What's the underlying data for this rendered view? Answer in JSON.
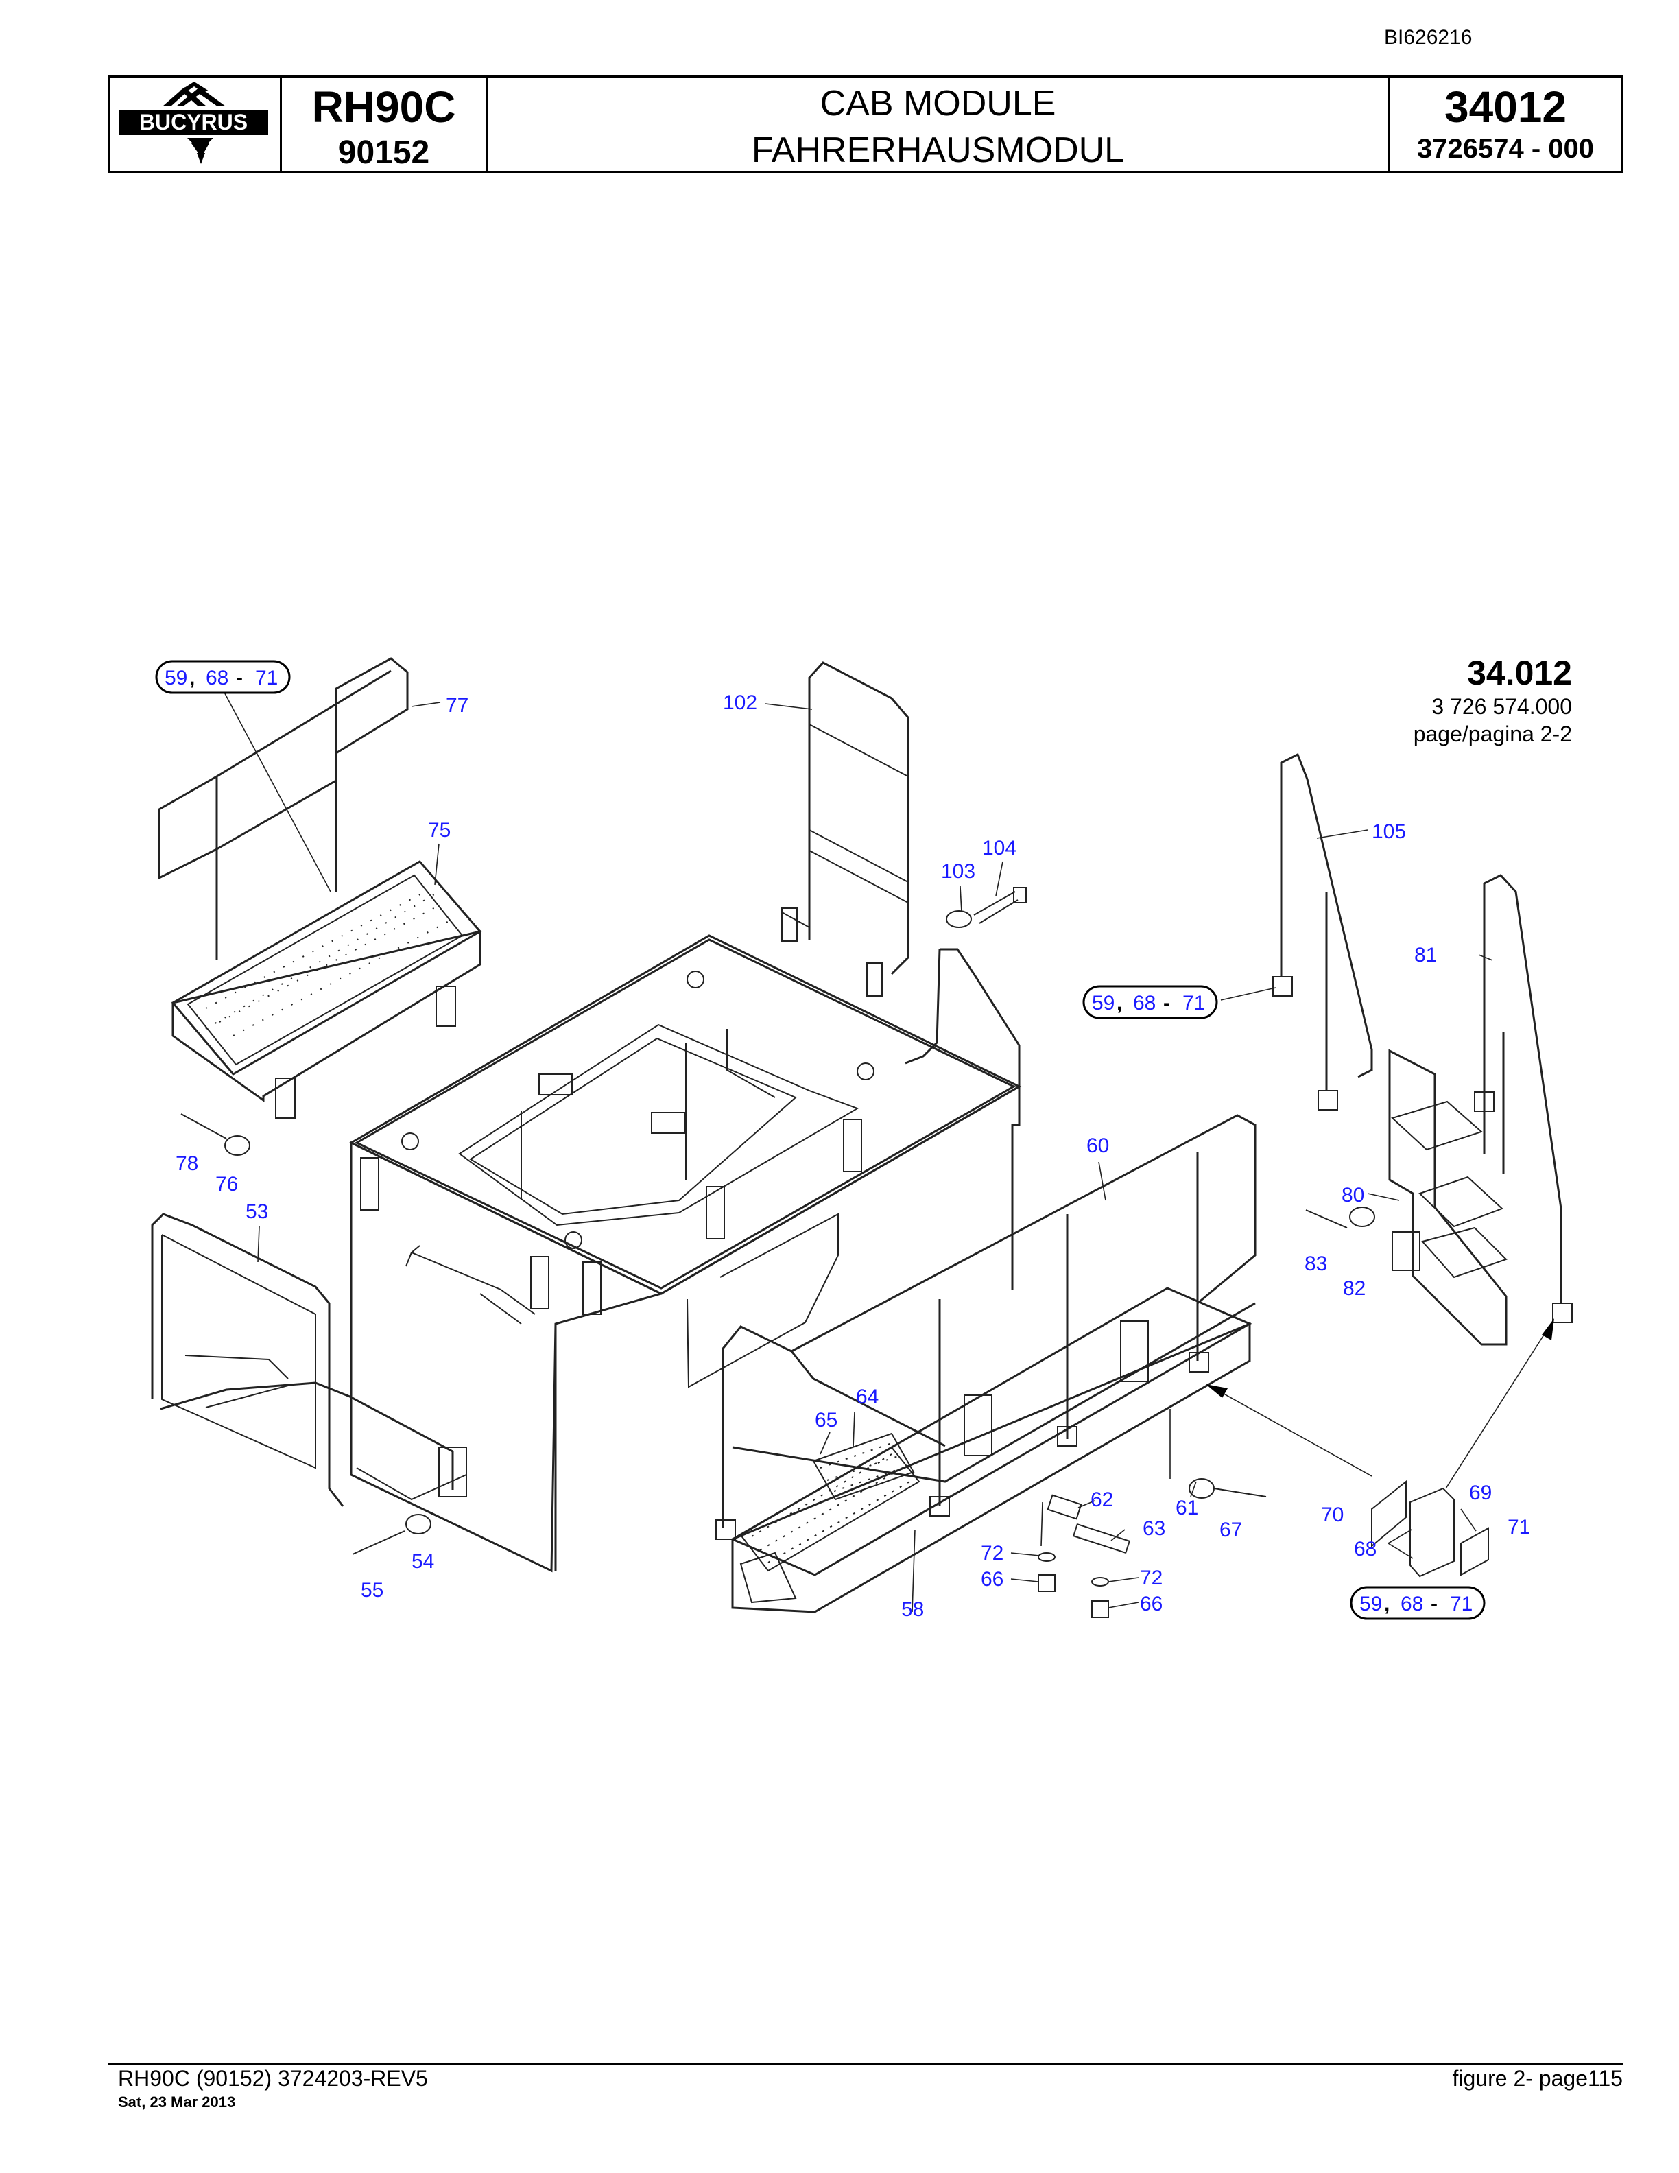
{
  "header": {
    "doc_id": "BI626216",
    "brand": "BUCYRUS",
    "model": "RH90C",
    "model_number": "90152",
    "title_en": "CAB MODULE",
    "title_de": "FAHRERHAUSMODUL",
    "group_number": "34012",
    "part_number": "3726574  - 000"
  },
  "figure": {
    "group": "34.012",
    "part_number": "3 726 574.000",
    "page": "page/pagina 2-2"
  },
  "callouts": [
    "77",
    "75",
    "102",
    "104",
    "103",
    "105",
    "81",
    "78",
    "76",
    "53",
    "60",
    "80",
    "83",
    "82",
    "64",
    "65",
    "62",
    "61",
    "67",
    "63",
    "70",
    "69",
    "71",
    "68",
    "72",
    "66",
    "72",
    "66",
    "54",
    "55",
    "58"
  ],
  "reference_groups": [
    {
      "first": "59",
      "second": "68",
      "dash": "-",
      "third": "71"
    },
    {
      "first": "59",
      "second": "68",
      "dash": "-",
      "third": "71"
    },
    {
      "first": "59",
      "second": "68",
      "dash": "-",
      "third": "71"
    }
  ],
  "footer": {
    "doc_ref": "RH90C (90152) 3724203-REV5",
    "date": "Sat, 23 Mar 2013",
    "page": "figure  2- page115"
  }
}
